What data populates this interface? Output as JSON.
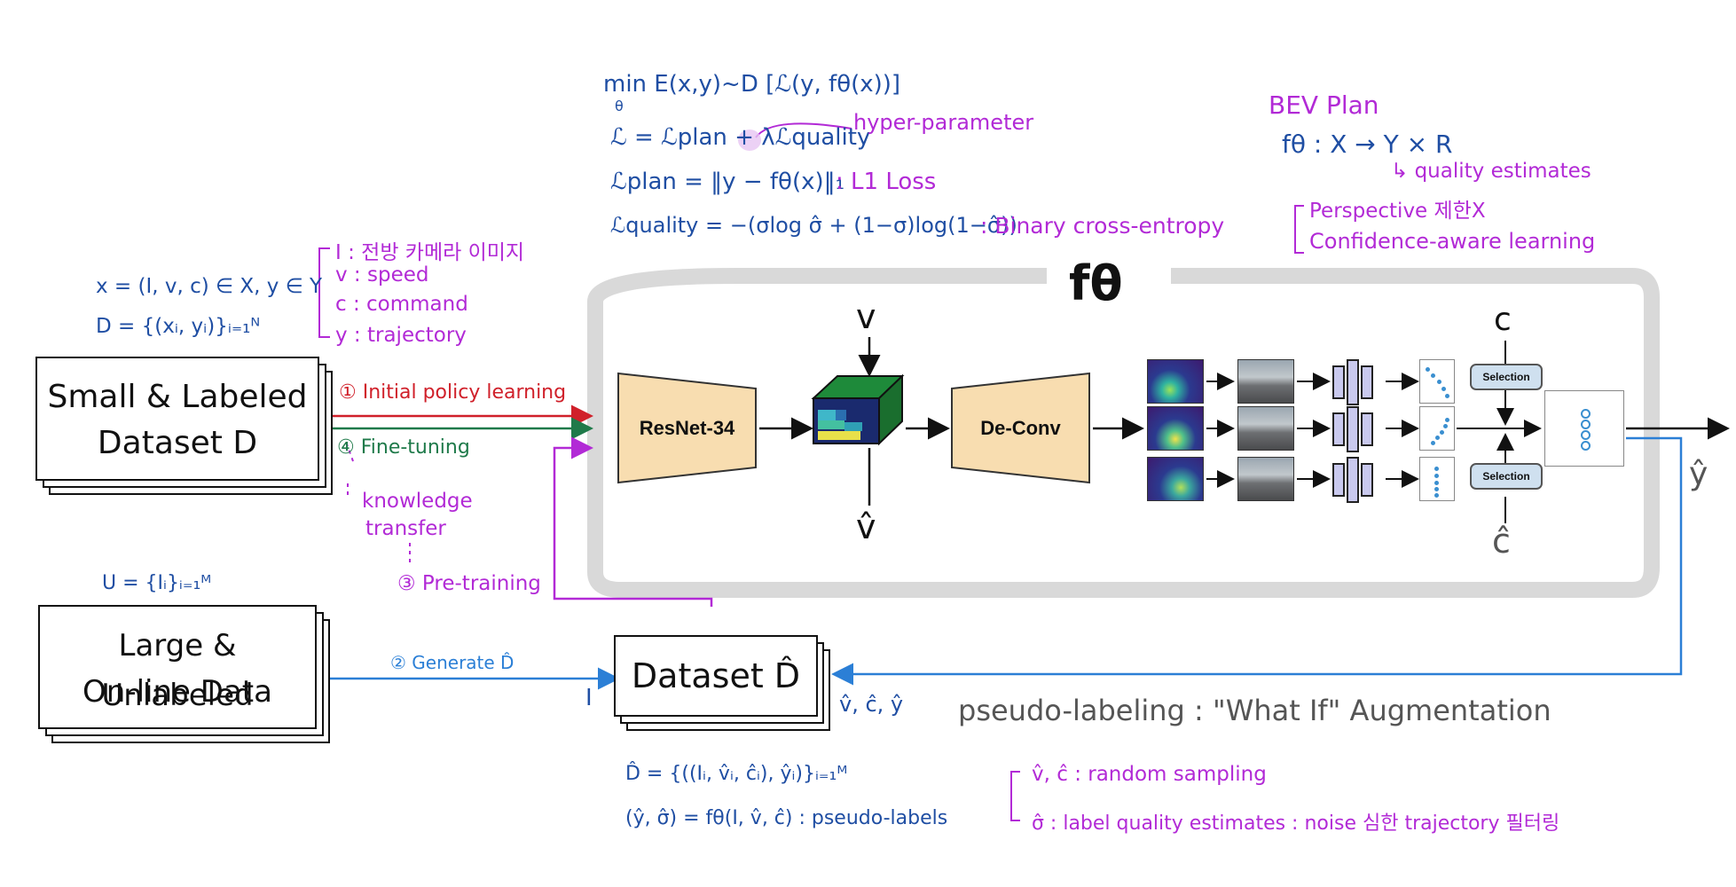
{
  "formulas": {
    "objective": "min E(x,y)~D [ℒ(y, fθ(x))]",
    "objective_sub": "θ",
    "loss_total": "ℒ = ℒplan + λℒquality",
    "hyper_parameter": "hyper-parameter",
    "loss_plan": "ℒplan = ‖y − fθ(x)‖₁",
    "l1_loss": ": L1 Loss",
    "loss_quality": "ℒquality = −(σlog σ̂ + (1−σ)log(1−σ̂))",
    "bce": ": Binary cross-entropy"
  },
  "bev": {
    "title": "BEV Plan",
    "mapping": "fθ : X → Y × R",
    "quality": "↳ quality estimates",
    "perspective": "Perspective 제한X",
    "confidence": "Confidence-aware learning"
  },
  "inputs": {
    "x_def": "x = (I, v, c) ∈ X, y ∈ Y",
    "d_def": "D = {(xᵢ, yᵢ)}ᵢ₌₁ᴺ",
    "i_def": "I : 전방 카메라 이미지",
    "v_def": "v : speed",
    "c_def": "c : command",
    "y_def": "y : trajectory"
  },
  "boxes": {
    "labeled_line1": "Small & Labeled",
    "labeled_line2": "Dataset D",
    "unlabeled_line1": "Large & Unlabeled",
    "unlabeled_line2": "On-line Data",
    "dhat": "Dataset D̂"
  },
  "steps": {
    "step1": "① Initial policy learning",
    "step4": "④ Fine-tuning",
    "knowledge1": "knowledge",
    "knowledge2": "transfer",
    "step3": "③ Pre-training",
    "step2": "② Generate D̂",
    "u_def": "U = {Iᵢ}ᵢ₌₁ᴹ",
    "i_in": "I",
    "vc_hat": "v̂, ĉ, ŷ"
  },
  "model": {
    "f_theta": "fθ",
    "resnet": "ResNet-34",
    "deconv": "De-Conv",
    "v_top": "v",
    "v_hat": "v̂",
    "c_top": "c",
    "c_hat": "ĉ",
    "y_hat": "ŷ",
    "selection1": "Selection",
    "selection2": "Selection"
  },
  "pseudo": {
    "title": "pseudo-labeling : \"What If\" Augmentation",
    "dhat_def": "D̂ = {((Iᵢ, v̂ᵢ, ĉᵢ), ŷᵢ)}ᵢ₌₁ᴹ",
    "labels_def": "(ŷ, σ̂) = fθ(I, v̂, ĉ) : pseudo-labels",
    "random": "v̂, ĉ : random sampling",
    "sigma": "σ̂ : label quality estimates : noise 심한 trajectory 필터링"
  },
  "colors": {
    "blue_ink": "#1f4ea3",
    "magenta_ink": "#b22ad6",
    "red_arrow": "#d0202a",
    "green_arrow": "#1f7a4a",
    "sky_arrow": "#2b7fd6",
    "block_fill": "#f8ddb0"
  }
}
